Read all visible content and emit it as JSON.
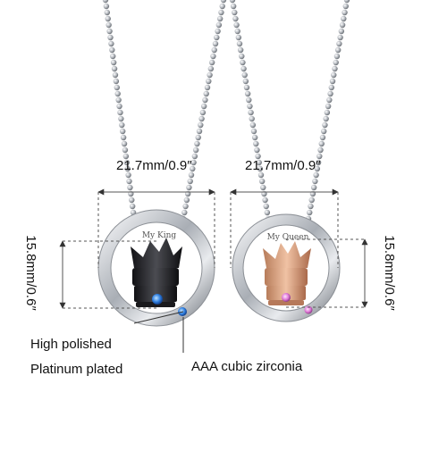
{
  "product": {
    "left_pendant": {
      "engraving": "My King",
      "stone_color": "#2f7fe0",
      "crown_color": "#2a2a2e"
    },
    "right_pendant": {
      "engraving": "My Queen",
      "stone_color": "#e07ad8",
      "crown_color": "#d7a27f"
    }
  },
  "dimensions": {
    "left_width": "21.7mm/0.9″",
    "left_height": "15.8mm/0.6″",
    "right_width": "21.7mm/0.9″",
    "right_height": "15.8mm/0.6″"
  },
  "features": {
    "finish_line1": "High polished",
    "finish_line2": "Platinum plated",
    "stone": "AAA cubic zirconia"
  },
  "colors": {
    "metal": "#c9ccd1",
    "chain": "#b8bcc2",
    "dim_line": "#555555"
  }
}
